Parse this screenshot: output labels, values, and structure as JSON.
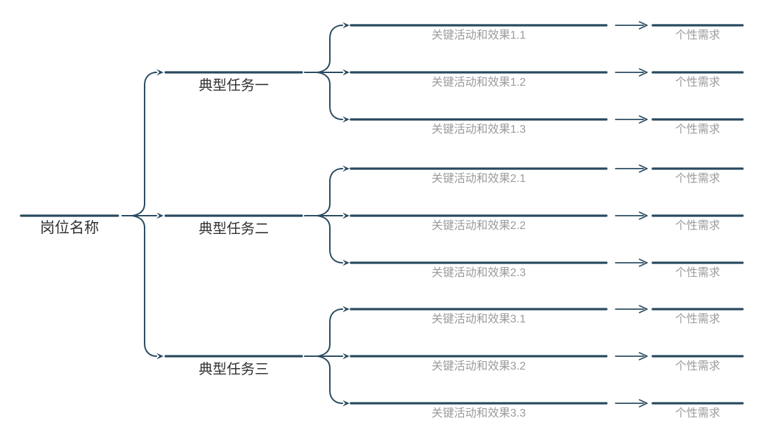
{
  "diagram": {
    "type": "mind-map-logic-chart",
    "background_color": "#ffffff",
    "line_color": "#294a5f",
    "topic_text_color": "#303030",
    "subtopic_text_color": "#9b9b9b",
    "root": {
      "label": "岗位名称"
    },
    "tasks": [
      {
        "label": "典型任务一",
        "children": [
          {
            "label": "关键活动和效果1.1",
            "target": "个性需求"
          },
          {
            "label": "关键活动和效果1.2",
            "target": "个性需求"
          },
          {
            "label": "关键活动和效果1.3",
            "target": "个性需求"
          }
        ]
      },
      {
        "label": "典型任务二",
        "children": [
          {
            "label": "关键活动和效果2.1",
            "target": "个性需求"
          },
          {
            "label": "关键活动和效果2.2",
            "target": "个性需求"
          },
          {
            "label": "关键活动和效果2.3",
            "target": "个性需求"
          }
        ]
      },
      {
        "label": "典型任务三",
        "children": [
          {
            "label": "关键活动和效果3.1",
            "target": "个性需求"
          },
          {
            "label": "关键活动和效果3.2",
            "target": "个性需求"
          },
          {
            "label": "关键活动和效果3.3",
            "target": "个性需求"
          }
        ]
      }
    ]
  }
}
